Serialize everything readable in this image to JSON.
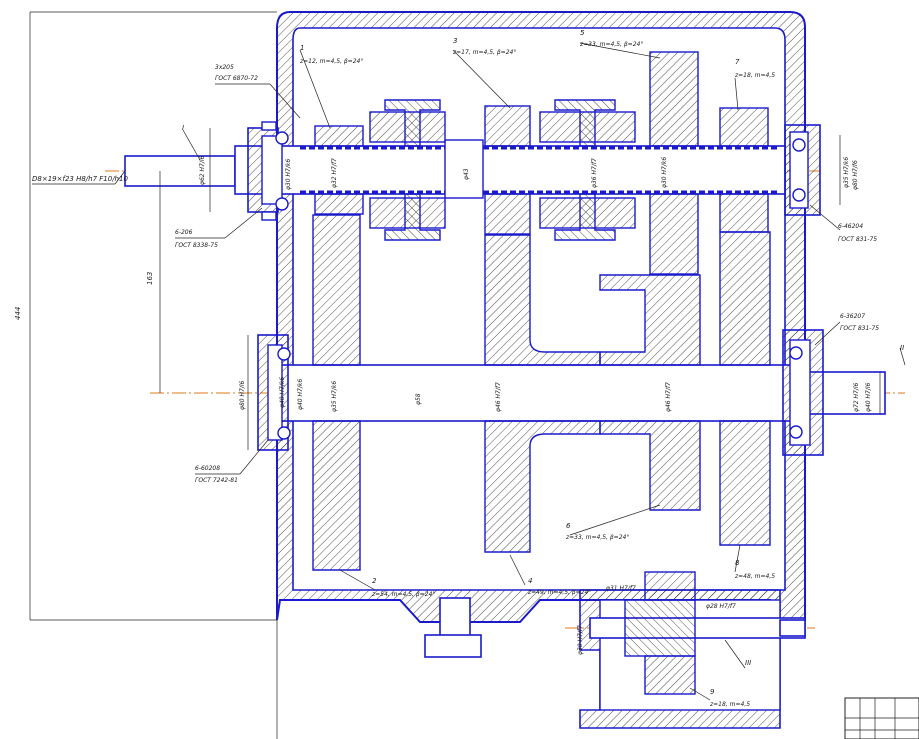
{
  "dimensions": {
    "overall_height": "444",
    "center_distance": "163",
    "input_fit": "D8×19×f23 H8/h7 F10/h10"
  },
  "labels": {
    "p1": {
      "num": "1",
      "text": "z=12, m=4,5, β=24°"
    },
    "p2": {
      "num": "2",
      "text": "z=54, m=4,5, β=24°"
    },
    "p3": {
      "num": "3",
      "text": "z=17, m=4,5, β=24°"
    },
    "p4": {
      "num": "4",
      "text": "z=49, m=4,5, β=24°"
    },
    "p5": {
      "num": "5",
      "text": "z=33, m=4,5, β=24°"
    },
    "p6": {
      "num": "6",
      "text": "z=33, m=4,5, β=24°"
    },
    "p7": {
      "num": "7",
      "text": "z=18, m=4,5"
    },
    "p8": {
      "num": "8",
      "text": "z=48, m=4,5"
    },
    "p9": {
      "num": "9",
      "text": "z=18, m=4,5"
    }
  },
  "bearings": {
    "b1": {
      "code": "3x205",
      "std": "ГОСТ 6870-72"
    },
    "b2": {
      "code": "6-206",
      "std": "ГОСТ 8338-75"
    },
    "b3": {
      "code": "6-46204",
      "std": "ГОСТ 831-75"
    },
    "b4": {
      "code": "6-36207",
      "std": "ГОСТ 831-75"
    },
    "b5": {
      "code": "6-60208",
      "std": "ГОСТ 7242-81"
    }
  },
  "shaft_marks": {
    "s1": "I",
    "s2": "II",
    "s3": "III"
  },
  "fits": {
    "f1": "φ62 H7/l6",
    "f2": "φ30 H7/k6",
    "f3": "φ32 H7/f7",
    "f4": "φ43",
    "f5": "φ36 H7/f7",
    "f6": "φ30 H7/k6",
    "f7": "φ35 H7/k6",
    "f8": "φ80 H7/l6",
    "f9": "φ40 H7/k6",
    "f10": "φ58",
    "f11": "φ46 H7/f7",
    "f12": "φ46 H7/f7",
    "f13": "φ35 H7/k6",
    "f14": "φ72 H7/l6",
    "f15": "φ31 H7/f7",
    "f16": "φ28 H7/f7",
    "f17": "φ30 H7/f7",
    "f18": "φ40 H7/l6",
    "f19": "φ80 H7/f6"
  }
}
